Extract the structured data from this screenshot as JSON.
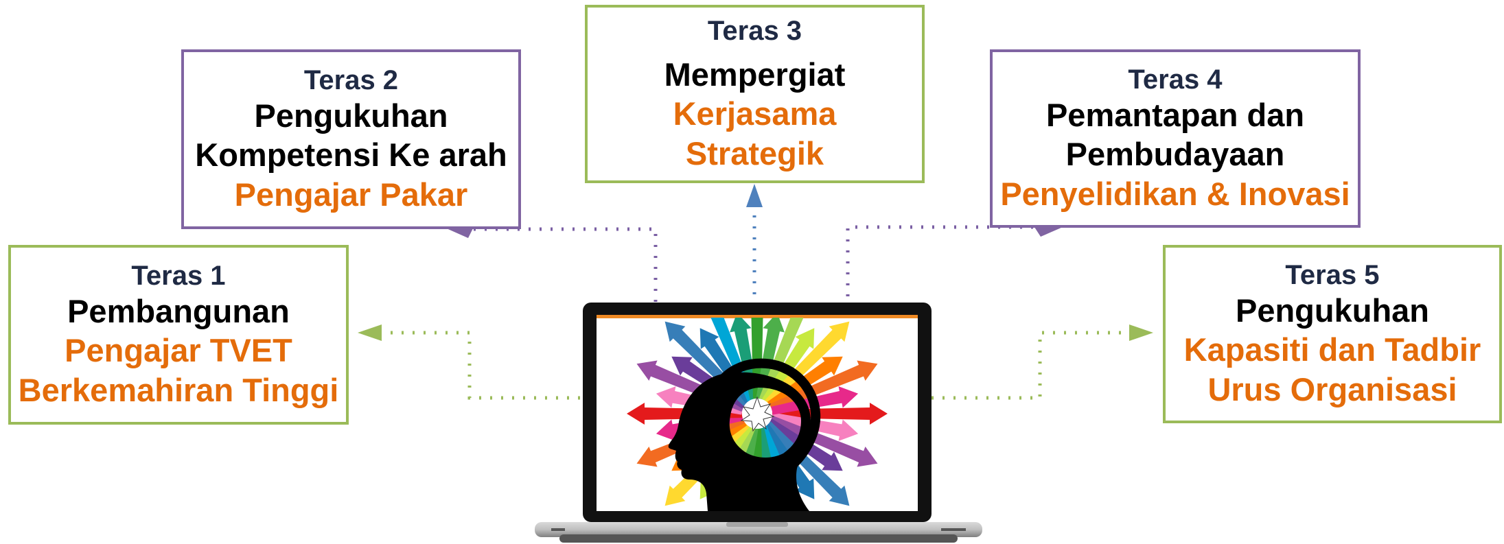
{
  "colors": {
    "green_border": "#9bbb59",
    "purple_border": "#8064a2",
    "orange_text": "#e46c0a",
    "label_text": "#1f2a44",
    "blue_arrow": "#4f81bd"
  },
  "boxes": {
    "teras1": {
      "label": "Teras 1",
      "line1": "Pembangunan",
      "line2a": "Pengajar TVET",
      "line2b": "Berkemahiran Tinggi"
    },
    "teras2": {
      "label": "Teras 2",
      "line1a": "Pengukuhan",
      "line1b": "Kompetensi Ke arah",
      "line2": "Pengajar Pakar"
    },
    "teras3": {
      "label": "Teras 3",
      "line1": "Mempergiat",
      "line2a": "Kerjasama",
      "line2b": "Strategik"
    },
    "teras4": {
      "label": "Teras 4",
      "line1a": "Pemantapan dan",
      "line1b": "Pembudayaan",
      "line2": "Penyelidikan & Inovasi"
    },
    "teras5": {
      "label": "Teras 5",
      "line1": "Pengukuhan",
      "line2a": "Kapasiti dan Tadbir",
      "line2b": "Urus Organisasi"
    }
  },
  "center_image": {
    "icon": "laptop-head-arrows-icon"
  }
}
